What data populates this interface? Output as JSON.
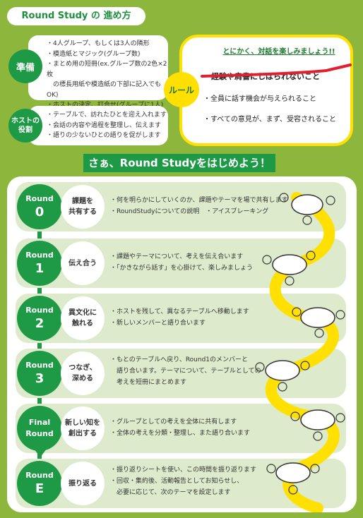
{
  "header": {
    "title": "Round Study の 進め方"
  },
  "prep": {
    "label": "準備",
    "items": [
      "・4人グループ、もしくは3人の隣形",
      "・模造紙とマジック(グループ数)",
      "・まとめ用の短冊(ex.グループ数の2色×2枚",
      "　の標長用紙や模造紙の下部に記入でもOK)",
      "・ホストの決定、打合せ(グループに1人)"
    ]
  },
  "host": {
    "label_line1": "ホストの",
    "label_line2": "役割",
    "items": [
      "・テーブルで、訪れたひとを迎え入れます",
      "・会話の内容や過程を整理し、伝えます",
      "・語りの少ないひとの語りを促がします"
    ]
  },
  "rules": {
    "label": "ルール",
    "heading": "とにかく、対話を楽しみましょう!!",
    "items": [
      "・経験や肩書にしばられないこと",
      "・全員に話す機会が与えられること",
      "・すべての意見が、まず、受容されること"
    ]
  },
  "banner": "さぁ、Round Studyをはじめよう！",
  "rounds": [
    {
      "word": "Round",
      "num": "0",
      "action": "課題を\n共有する",
      "lines": [
        "・何を明らかにしていくのか、課題やテーマを場で共有します",
        "・RoundStudyについての説明　・アイスブレーキング"
      ]
    },
    {
      "word": "Round",
      "num": "1",
      "action": "伝え合う",
      "lines": [
        "・課題やテーマについて、考えを伝え合います",
        "・「かきながら話す」を心掛けて、楽しみましょう"
      ]
    },
    {
      "word": "Round",
      "num": "2",
      "action": "異文化に\n触れる",
      "lines": [
        "・ホストを残して、異なるテーブルへ移動します",
        "・新しいメンバーと語り合います"
      ]
    },
    {
      "word": "Round",
      "num": "3",
      "action": "つなぎ、\n深める",
      "lines": [
        "・もとのテーブルへ戻り、Round1のメンバーと",
        "　語り合います。テーマについて、テーブルとしての",
        "　考えを短冊にまとめます"
      ]
    },
    {
      "word": "Final",
      "num": "Round",
      "action": "新しい知を\n創出する",
      "lines": [
        "・グループとしての考えを全体に共有します",
        "・全体の考えを分類・整理し、また語り合います"
      ]
    },
    {
      "word": "Round",
      "num": "E",
      "action": "振り返る",
      "lines": [
        "・振り返りシートを使い、この時間を振り返ります",
        "・回収・集約後、活動報告としてお知らせし、",
        "　必要に応じて、次のテーマを設定します"
      ]
    }
  ],
  "colors": {
    "background": "#8cb63c",
    "green": "#1e9a47",
    "yellow": "#ffe000",
    "strip": "#ddeacb"
  }
}
